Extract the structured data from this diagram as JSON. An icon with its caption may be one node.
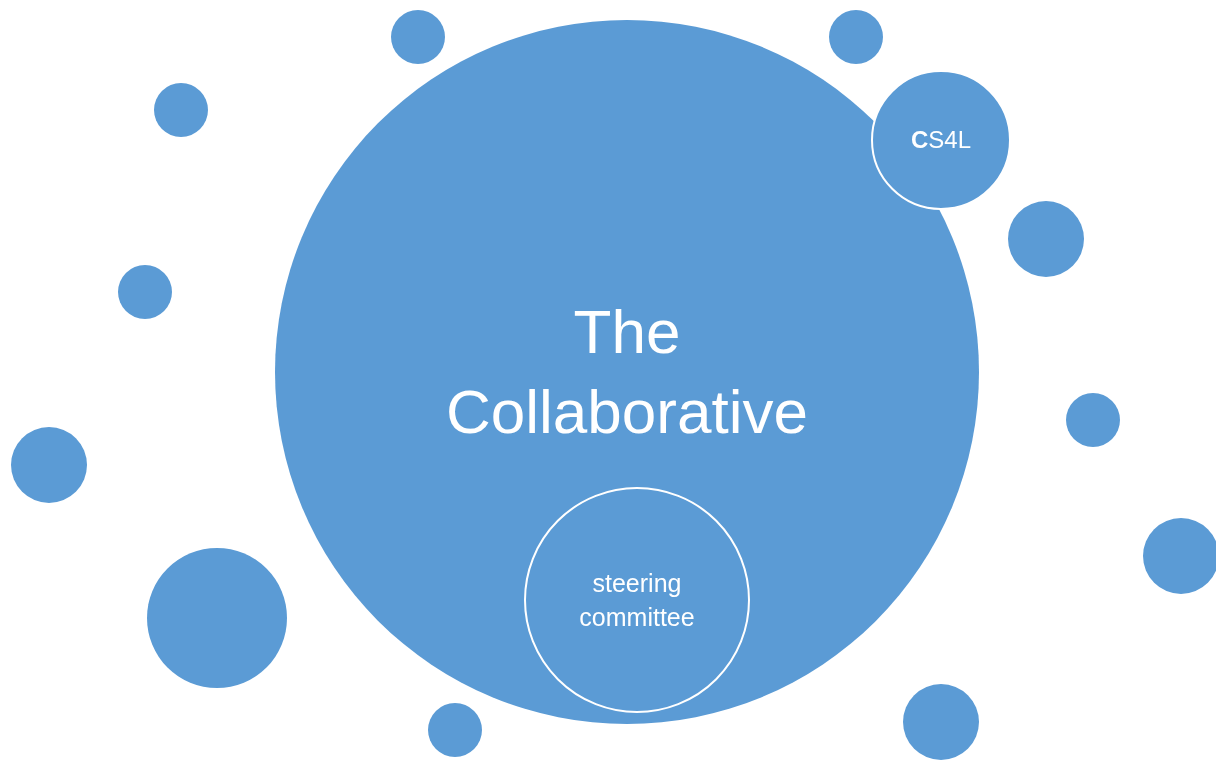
{
  "diagram": {
    "nodes": [
      {
        "text": [
          "The Collaborative"
        ]
      },
      {
        "text": [
          "**C**S4L"
        ]
      },
      {
        "text": [
          "steering committee"
        ],
        "in": 0
      },
      {
        "text": [],
        "shape": "circle"
      },
      {
        "text": [],
        "shape": "circle"
      },
      {
        "text": [],
        "shape": "circle"
      },
      {
        "text": [],
        "shape": "circle"
      },
      {
        "text": [],
        "shape": "circle"
      },
      {
        "text": [],
        "shape": "circle"
      },
      {
        "text": [],
        "shape": "circle"
      },
      {
        "text": [],
        "shape": "circle"
      },
      {
        "text": [],
        "shape": "circle"
      },
      {
        "text": [],
        "shape": "circle"
      },
      {
        "text": [],
        "shape": "circle"
      }
    ]
  }
}
